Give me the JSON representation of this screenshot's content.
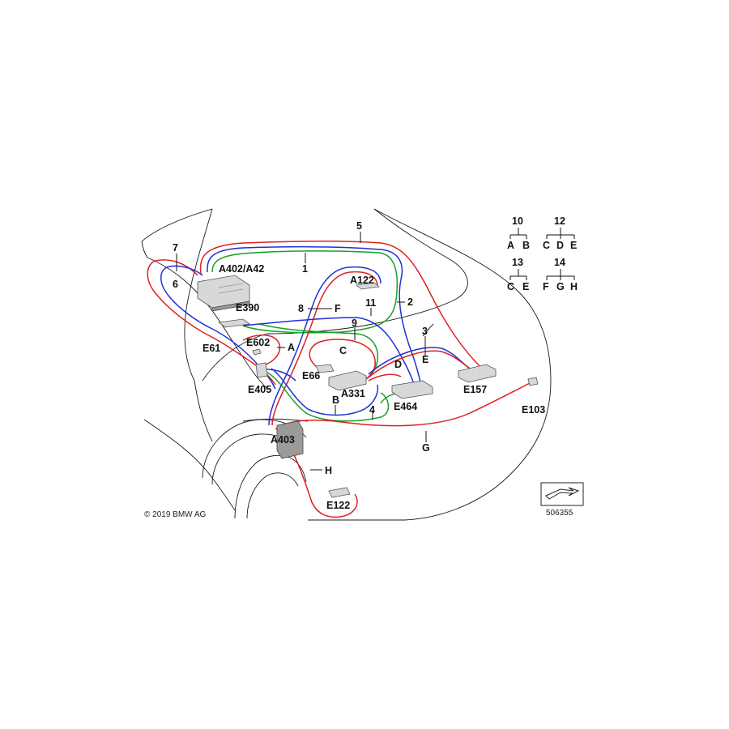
{
  "labels": {
    "n1": "1",
    "n2": "2",
    "n3": "3",
    "n4": "4",
    "n5": "5",
    "n6": "6",
    "n7": "7",
    "n8": "8",
    "n9": "9",
    "n11": "11",
    "A": "A",
    "B": "B",
    "C": "C",
    "D": "D",
    "E": "E",
    "F": "F",
    "G": "G",
    "H": "H",
    "A402": "A402/A42",
    "A122": "A122",
    "E390": "E390",
    "E602": "E602",
    "E61": "E61",
    "E66": "E66",
    "E405": "E405",
    "A331": "A331",
    "E464": "E464",
    "E157": "E157",
    "E103": "E103",
    "A403": "A403",
    "E122": "E122"
  },
  "legend": {
    "g10": {
      "num": "10",
      "subs": [
        "A",
        "B"
      ]
    },
    "g12": {
      "num": "12",
      "subs": [
        "C",
        "D",
        "E"
      ]
    },
    "g13": {
      "num": "13",
      "subs": [
        "C",
        "E"
      ]
    },
    "g14": {
      "num": "14",
      "subs": [
        "F",
        "G",
        "H"
      ]
    }
  },
  "copyright": "© 2019 BMW AG",
  "image_number": "506355",
  "colors": {
    "wire_red": "#e02020",
    "wire_blue": "#2030d8",
    "wire_green": "#18a028"
  },
  "icons": {
    "corner_nav": "view-arrow-icon"
  }
}
